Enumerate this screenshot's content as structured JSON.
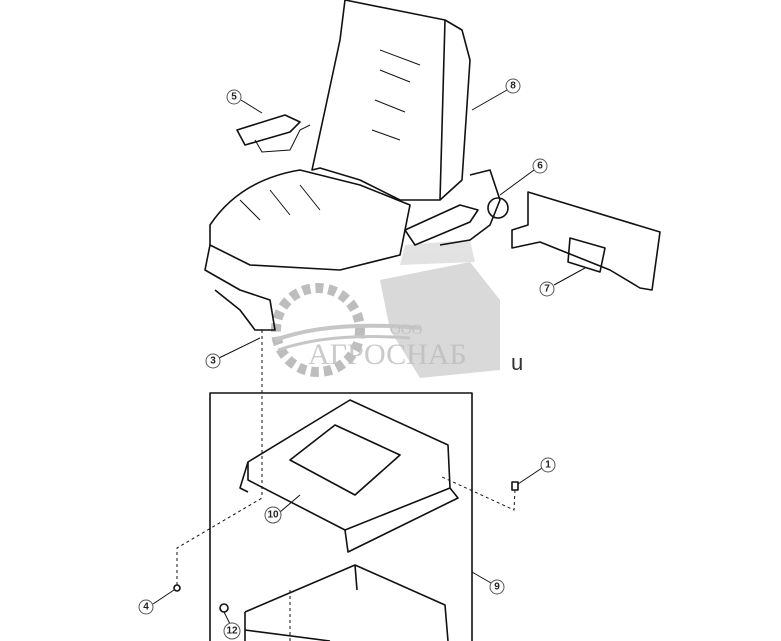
{
  "callouts": [
    {
      "id": "1",
      "label": "1"
    },
    {
      "id": "3",
      "label": "3"
    },
    {
      "id": "4",
      "label": "4"
    },
    {
      "id": "5",
      "label": "5"
    },
    {
      "id": "6",
      "label": "6"
    },
    {
      "id": "7",
      "label": "7"
    },
    {
      "id": "8",
      "label": "8"
    },
    {
      "id": "9",
      "label": "9"
    },
    {
      "id": "10",
      "label": "10"
    },
    {
      "id": "12",
      "label": "12"
    }
  ],
  "watermark": {
    "prefix": "ООО",
    "name": "АГРОСНАБ",
    "color": "#8c8c8c"
  },
  "stray_text": "u"
}
